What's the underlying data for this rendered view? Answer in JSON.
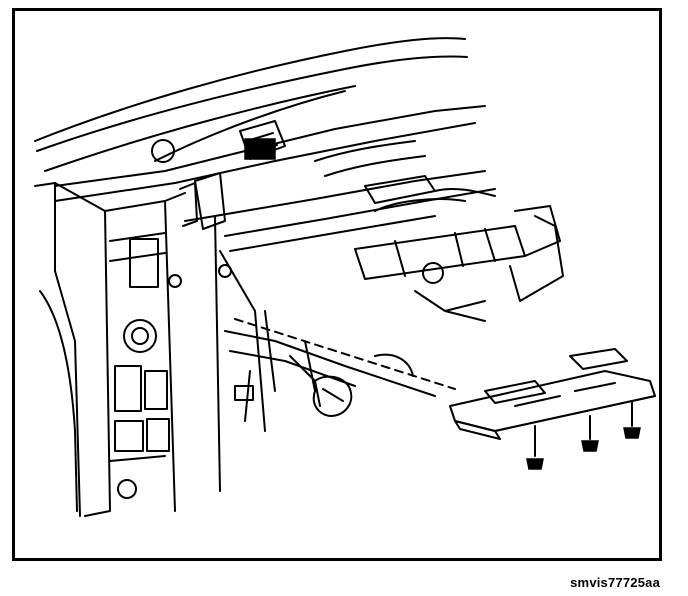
{
  "figure": {
    "caption_code": "smvis77725aa",
    "ink_color": "#000000",
    "paper_color": "#ffffff"
  },
  "parts": {
    "dashboard": "instrument-panel-structure",
    "steering_column": "steering-column",
    "pedal": "pedal-assembly",
    "reinforcement_plate": "bracket-plate",
    "fasteners": [
      "nut",
      "nut",
      "nut"
    ]
  }
}
